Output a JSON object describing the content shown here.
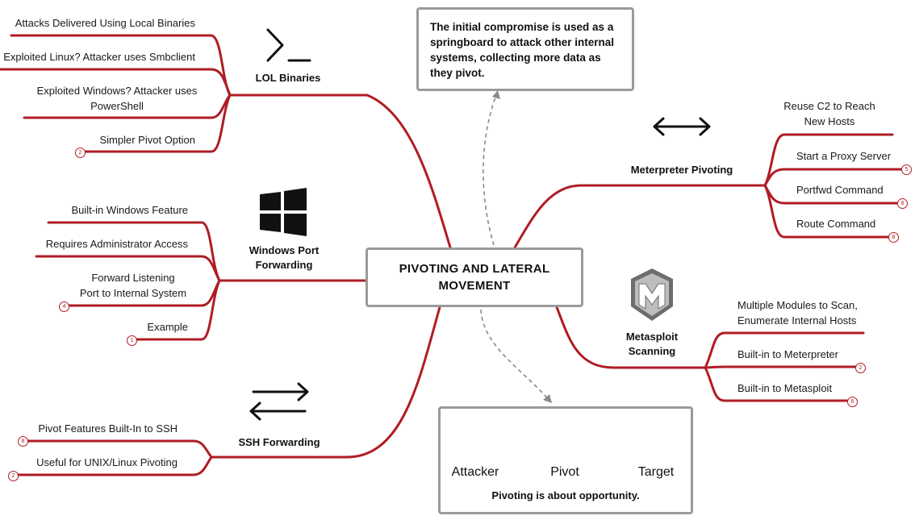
{
  "center": {
    "line1": "PIVOTING AND LATERAL",
    "line2": "MOVEMENT"
  },
  "note": "The initial compromise is used as a springboard to attack other internal systems, collecting more data as they pivot.",
  "lol": {
    "title": "LOL Binaries",
    "items": [
      "Attacks Delivered Using Local Binaries",
      "Exploited Linux? Attacker uses Smbclient",
      "Exploited Windows? Attacker uses",
      "PowerShell",
      "Simpler Pivot Option"
    ],
    "badge": "2"
  },
  "winport": {
    "title1": "Windows Port",
    "title2": "Forwarding",
    "items": [
      "Built-in Windows Feature",
      "Requires Administrator Access",
      "Forward Listening",
      "Port to Internal System",
      "Example"
    ],
    "badges": [
      "4",
      "1"
    ]
  },
  "ssh": {
    "title": "SSH Forwarding",
    "items": [
      "Pivot Features Built-In to SSH",
      "Useful for UNIX/Linux Pivoting"
    ],
    "badges": [
      "8",
      "2"
    ]
  },
  "meterpreter": {
    "title": "Meterpreter Pivoting",
    "items": [
      "Reuse C2 to Reach",
      "New Hosts",
      "Start a Proxy Server",
      "Portfwd Command",
      "Route Command"
    ],
    "badges": [
      "5",
      "8",
      "8"
    ]
  },
  "metasploit": {
    "title1": "Metasploit",
    "title2": "Scanning",
    "items": [
      "Multiple Modules to Scan,",
      "Enumerate Internal Hosts",
      "Built-in to Meterpreter",
      "Built-in to Metasploit"
    ],
    "badges": [
      "2",
      "6"
    ]
  },
  "pivot": {
    "labels": [
      "Attacker",
      "Pivot",
      "Target"
    ],
    "caption": "Pivoting is about opportunity."
  },
  "colors": {
    "branch": "#b01c24",
    "box_border": "#9a9a9a",
    "target_screen": "#b01c24"
  },
  "icons": [
    "terminal-prompt-icon",
    "windows-logo-icon",
    "bidirectional-arrow-icon",
    "swap-arrows-icon",
    "metasploit-shield-icon",
    "attacker-monitor-icon",
    "pivot-monitor-icon",
    "target-monitor-icon"
  ]
}
